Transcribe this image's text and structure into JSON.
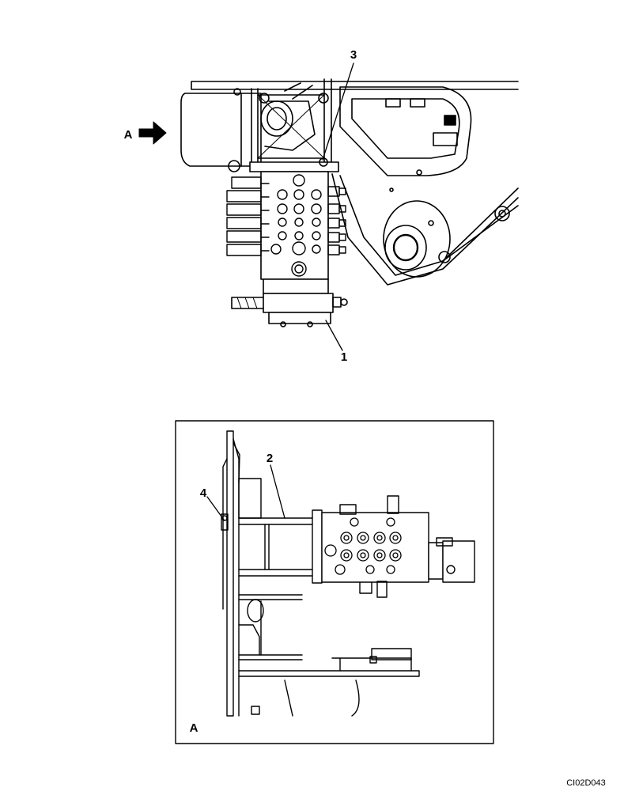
{
  "callouts": {
    "c1": "1",
    "c2": "2",
    "c3": "3",
    "c4": "4"
  },
  "view_arrow_label": "A",
  "detail_view_label": "A",
  "drawing_code": "CI02D043"
}
